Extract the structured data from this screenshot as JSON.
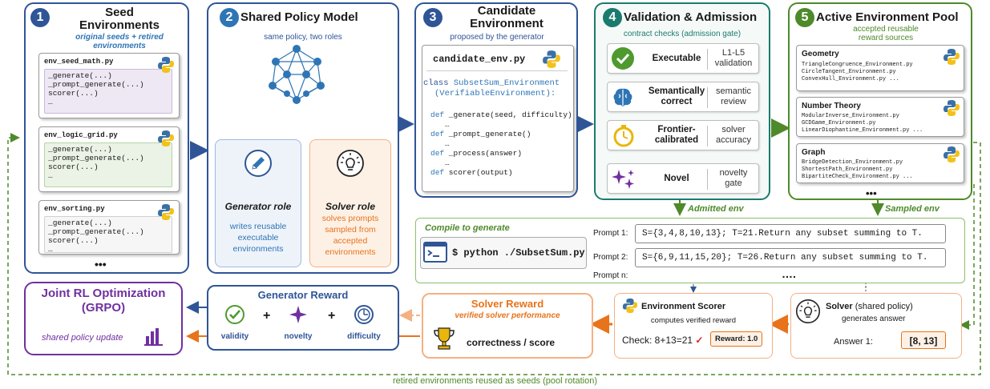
{
  "seed": {
    "num": "1",
    "title_line1": "Seed",
    "title_line2": "Environments",
    "subtitle_line1": "original seeds + retired",
    "subtitle_line2": "environments",
    "cards": [
      {
        "file": "env_seed_math.py",
        "lines": [
          "_generate(...)",
          "_prompt_generate(...)",
          "scorer(...)",
          "…"
        ]
      },
      {
        "file": "env_logic_grid.py",
        "lines": [
          "_generate(...)",
          "_prompt_generate(...)",
          "scorer(...)",
          "…"
        ]
      },
      {
        "file": "env_sorting.py",
        "lines": [
          "_generate(...)",
          "_prompt_generate(...)",
          "scorer(...)",
          "…"
        ]
      }
    ],
    "more": "•••"
  },
  "policy": {
    "num": "2",
    "title": "Shared Policy Model",
    "subtitle": "same policy, two roles",
    "generator": {
      "title": "Generator role",
      "desc": [
        "writes reusable",
        "executable",
        "environments"
      ]
    },
    "solver": {
      "title": "Solver role",
      "desc": [
        "solves prompts",
        "sampled from",
        "accepted",
        "environments"
      ]
    }
  },
  "candidate": {
    "num": "3",
    "title_line1": "Candidate",
    "title_line2": "Environment",
    "subtitle": "proposed by the generator",
    "file": "candidate_env.py",
    "class_kw": "class",
    "class_name": " SubsetSum_Environment",
    "class_base": "(VerifiableEnvironment):",
    "defs": [
      {
        "kw": "def",
        "sig": " _generate(seed, difficulty)"
      },
      {
        "kw": "def",
        "sig": " _prompt_generate()"
      },
      {
        "kw": "def",
        "sig": " _process(answer)"
      },
      {
        "kw": "def",
        "sig": " scorer(output)"
      }
    ],
    "ellipsis": "…"
  },
  "validation": {
    "num": "4",
    "title": "Validation & Admission",
    "subtitle": "contract checks (admission gate)",
    "rows": [
      {
        "label": "Executable",
        "right": [
          "L1-L5",
          "validation"
        ]
      },
      {
        "label": [
          "Semantically",
          "correct"
        ],
        "right": [
          "semantic",
          "review"
        ]
      },
      {
        "label": [
          "Frontier-",
          "calibrated"
        ],
        "right": [
          "solver",
          "accuracy"
        ]
      },
      {
        "label": "Novel",
        "right": [
          "novelty",
          "gate"
        ]
      }
    ]
  },
  "pool": {
    "num": "5",
    "title": "Active Environment Pool",
    "subtitle_line1": "accepted reusable",
    "subtitle_line2": "reward sources",
    "groups": [
      {
        "name": "Geometry",
        "items": [
          "TriangleCongruence_Environment.py",
          "CircleTangent_Environment.py",
          "ConvexHull_Environment.py ..."
        ]
      },
      {
        "name": "Number Theory",
        "items": [
          "ModularInverse_Environment.py",
          "GCDGame_Environment.py",
          "LinearDiophantine_Environment.py ..."
        ]
      },
      {
        "name": "Graph",
        "items": [
          "BridgeDetection_Environment.py",
          "ShortestPath_Environment.py",
          "BipartiteCheck_Environment.py ..."
        ]
      }
    ],
    "more": "•••"
  },
  "flow": {
    "admitted": "Admitted env",
    "sampled": "Sampled env",
    "bottom_loop": "retired environments reused as seeds (pool rotation)"
  },
  "compile": {
    "title": "Compile to generate",
    "command": "$ python ./SubsetSum.py",
    "prompts": [
      {
        "label": "Prompt 1:",
        "text": "S={3,4,8,10,13}; T=21.Return any subset summing to T."
      },
      {
        "label": "Prompt 2:",
        "text": "S={6,9,11,15,20}; T=26.Return any subset summing to T."
      },
      {
        "label": "Prompt n:",
        "text": "…."
      }
    ]
  },
  "joint": {
    "title_line1": "Joint RL Optimization",
    "title_line2": "(GRPO)",
    "subtitle": "shared policy update"
  },
  "gen_reward": {
    "title": "Generator Reward",
    "labels": [
      "validity",
      "novelty",
      "difficulty"
    ],
    "plus": "+"
  },
  "solver_reward": {
    "title": "Solver Reward",
    "subtitle": "verified solver performance",
    "metric": "correctness / score"
  },
  "scorer": {
    "title": "Environment Scorer",
    "subtitle": "computes verified reward",
    "check": "Check: 8+13=21",
    "checkmark": "✓",
    "reward": "Reward: 1.0"
  },
  "solver": {
    "title_bold": "Solver",
    "title_rest": " (shared policy)",
    "subtitle": "generates answer",
    "answer_label": "Answer 1:",
    "answer": "[8, 13]"
  },
  "colors": {
    "blue": "#2f5597",
    "teal": "#1b7a6e",
    "green": "#4e8a2a",
    "purple": "#7030a0",
    "orange": "#e8731a"
  }
}
